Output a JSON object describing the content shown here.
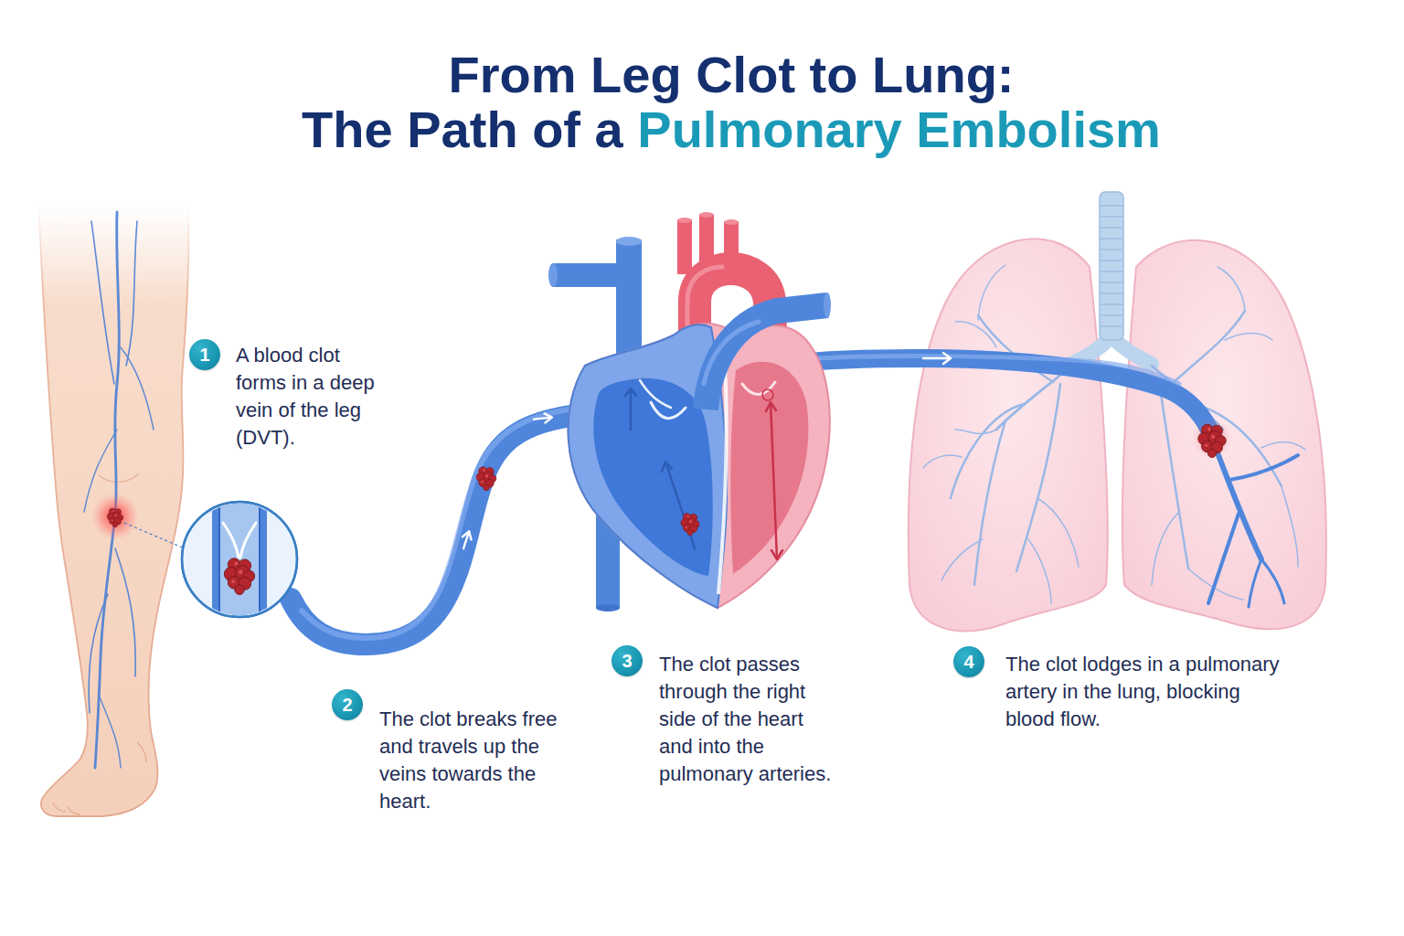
{
  "diagram": {
    "title": "From Leg Clot to Lung: The Path of a Pulmonary Embolism",
    "nodes": [
      {
        "text": [
          "1",
          "A blood clot forms in a deep vein of the leg (DVT)."
        ]
      },
      {
        "text": [
          "2",
          "The clot breaks free and travels up the veins towards the heart."
        ]
      },
      {
        "text": [
          "3",
          "The clot passes through the right side of the heart and into the pulmonary arteries."
        ]
      },
      {
        "text": [
          "4",
          "The clot lodges in a pulmonary artery in the lung, blocking blood flow."
        ]
      }
    ]
  }
}
